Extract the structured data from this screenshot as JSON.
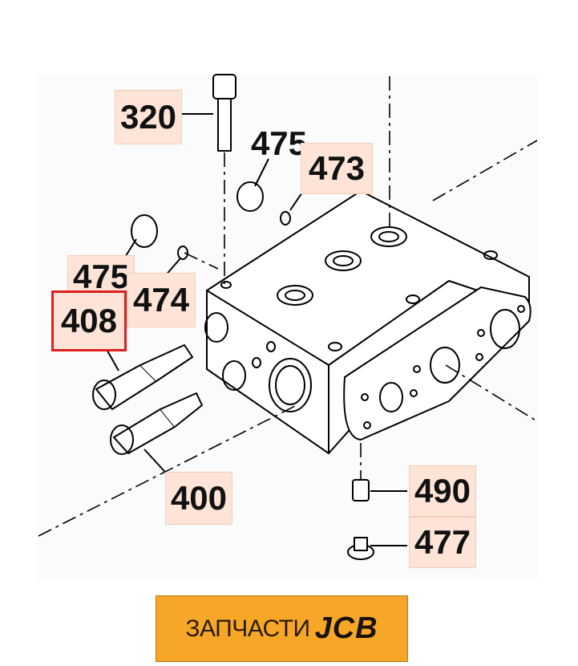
{
  "diagram": {
    "callouts": [
      {
        "id": "320",
        "label": "320",
        "highlighted": false
      },
      {
        "id": "475a",
        "label": "475",
        "highlighted": false
      },
      {
        "id": "473",
        "label": "473",
        "highlighted": false
      },
      {
        "id": "475b",
        "label": "475",
        "highlighted": false
      },
      {
        "id": "474",
        "label": "474",
        "highlighted": false
      },
      {
        "id": "408",
        "label": "408",
        "highlighted": true
      },
      {
        "id": "400",
        "label": "400",
        "highlighted": false
      },
      {
        "id": "490",
        "label": "490",
        "highlighted": false
      },
      {
        "id": "477",
        "label": "477",
        "highlighted": false
      }
    ],
    "highlight_color": "#e01e1e",
    "callout_fill": "#fde4d6"
  },
  "brand": {
    "prefix": "ЗАПЧАСТИ",
    "name": "JCB",
    "background": "#f7a727"
  }
}
